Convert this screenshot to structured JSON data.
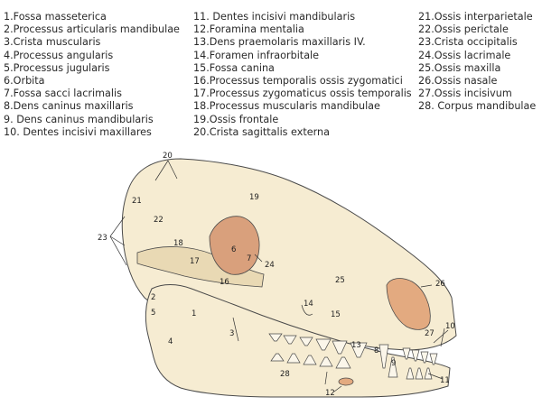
{
  "legend": {
    "col1": [
      "1.Fossa masseterica",
      "2.Processus articularis mandibulae",
      "3.Crista muscularis",
      "4.Processus angularis",
      "5.Processus jugularis",
      "6.Orbita",
      "7.Fossa sacci lacrimalis",
      "8.Dens caninus maxillaris",
      "9. Dens caninus mandibularis",
      "10. Dentes incisivi maxillares"
    ],
    "col2": [
      "11. Dentes incisivi mandibularis",
      "12.Foramina mentalia",
      "13.Dens praemolaris maxillaris IV.",
      "14.Foramen infraorbitale",
      "15.Fossa canina",
      "16.Processus temporalis ossis zygomatici",
      "17.Processus zygomaticus ossis temporalis",
      "18.Processus muscularis mandibulae",
      "19.Ossis frontale",
      "20.Crista sagittalis externa"
    ],
    "col3": [
      "21.Ossis interparietale",
      "22.Ossis perictale",
      "23.Crista occipitalis",
      "24.Ossis lacrimale",
      "25.Ossis maxilla",
      "26.Ossis nasale",
      "27.Ossis incisivum",
      "28. Corpus mandibulae"
    ]
  },
  "labels": [
    "1",
    "2",
    "3",
    "4",
    "5",
    "6",
    "7",
    "8",
    "9",
    "10",
    "11",
    "12",
    "13",
    "14",
    "15",
    "16",
    "17",
    "18",
    "19",
    "20",
    "21",
    "22",
    "23",
    "24",
    "25",
    "26",
    "27",
    "28"
  ],
  "colors": {
    "bone": "#f6ecd2",
    "bone_shade": "#e9d9b4",
    "orbit": "#d9a07c",
    "nasal": "#e3aa80",
    "outline": "#4a4a4a"
  }
}
